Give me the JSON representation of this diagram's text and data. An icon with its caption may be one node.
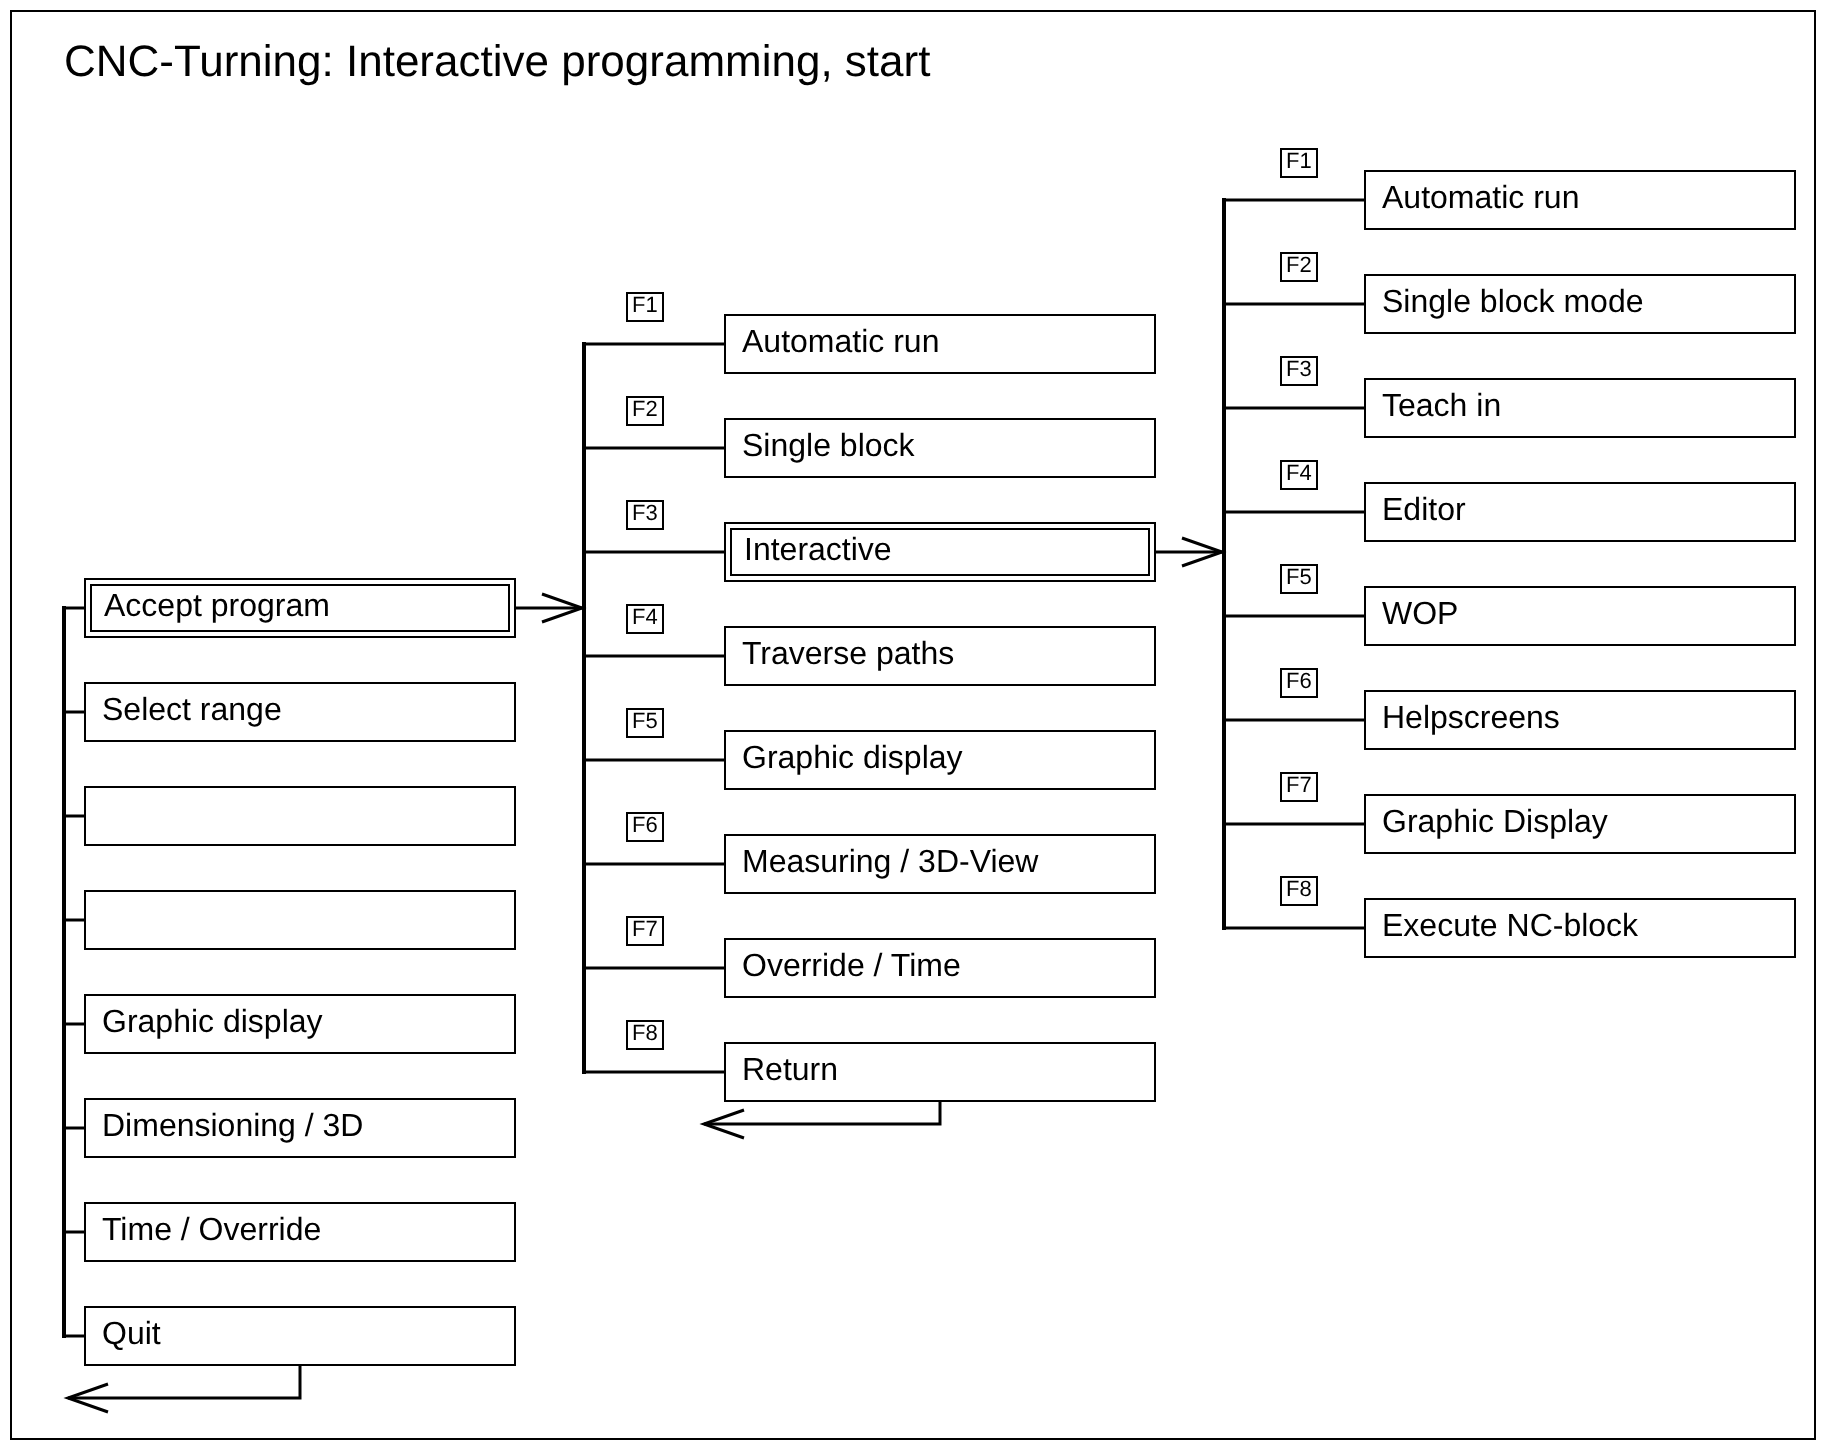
{
  "diagram": {
    "title": "CNC-Turning: Interactive programming, start",
    "nodes": [
      {
        "text": [
          "Accept program"
        ]
      },
      {
        "text": [
          "Select range"
        ]
      },
      {
        "text": [],
        "shape": "box"
      },
      {
        "text": [],
        "shape": "box"
      },
      {
        "text": [
          "Graphic display"
        ]
      },
      {
        "text": [
          "Dimensioning / 3D"
        ]
      },
      {
        "text": [
          "Time / Override"
        ]
      },
      {
        "text": [
          "Quit"
        ]
      },
      {
        "text": [
          "Automatic run"
        ],
        "beside": [
          "F1"
        ]
      },
      {
        "text": [
          "Single block"
        ],
        "beside": [
          "F2"
        ]
      },
      {
        "text": [
          "Interactive"
        ],
        "beside": [
          "F3"
        ]
      },
      {
        "text": [
          "Traverse paths"
        ],
        "beside": [
          "F4"
        ]
      },
      {
        "text": [
          "Graphic display"
        ],
        "beside": [
          "F5"
        ]
      },
      {
        "text": [
          "Measuring / 3D-View"
        ],
        "beside": [
          "F6"
        ]
      },
      {
        "text": [
          "Override / Time"
        ],
        "beside": [
          "F7"
        ]
      },
      {
        "text": [
          "Return"
        ],
        "beside": [
          "F8"
        ]
      },
      {
        "text": [
          "Automatic run"
        ],
        "beside": [
          "F1"
        ]
      },
      {
        "text": [
          "Single block mode"
        ],
        "beside": [
          "F2"
        ]
      },
      {
        "text": [
          "Teach in"
        ],
        "beside": [
          "F3"
        ]
      },
      {
        "text": [
          "Editor"
        ],
        "beside": [
          "F4"
        ]
      },
      {
        "text": [
          "WOP"
        ],
        "beside": [
          "F5"
        ]
      },
      {
        "text": [
          "Helpscreens"
        ],
        "beside": [
          "F6"
        ]
      },
      {
        "text": [
          "Graphic Display"
        ],
        "beside": [
          "F7"
        ]
      },
      {
        "text": [
          "Execute NC-block"
        ],
        "beside": [
          "F8"
        ]
      },
      {
        "text": [],
        "shape": "bar"
      },
      {
        "text": [],
        "shape": "bar"
      },
      {
        "text": [],
        "shape": "bar"
      }
    ],
    "edges": [
      {
        "from": 24,
        "to": 0,
        "arrow": "none"
      },
      {
        "from": 24,
        "to": 1,
        "arrow": "none"
      },
      {
        "from": 24,
        "to": 2,
        "arrow": "none"
      },
      {
        "from": 24,
        "to": 3,
        "arrow": "none"
      },
      {
        "from": 24,
        "to": 4,
        "arrow": "none"
      },
      {
        "from": 24,
        "to": 5,
        "arrow": "none"
      },
      {
        "from": 24,
        "to": 6,
        "arrow": "none"
      },
      {
        "from": 24,
        "to": 7,
        "arrow": "none"
      },
      {
        "from": 0,
        "to": 25,
        "arrow": "to"
      },
      {
        "from": 25,
        "to": 8,
        "arrow": "none"
      },
      {
        "from": 25,
        "to": 9,
        "arrow": "none"
      },
      {
        "from": 25,
        "to": 10,
        "arrow": "none"
      },
      {
        "from": 25,
        "to": 11,
        "arrow": "none"
      },
      {
        "from": 25,
        "to": 12,
        "arrow": "none"
      },
      {
        "from": 25,
        "to": 13,
        "arrow": "none"
      },
      {
        "from": 25,
        "to": 14,
        "arrow": "none"
      },
      {
        "from": 25,
        "to": 15,
        "arrow": "none"
      },
      {
        "from": 10,
        "to": 26,
        "arrow": "to"
      },
      {
        "from": 26,
        "to": 16,
        "arrow": "none"
      },
      {
        "from": 26,
        "to": 17,
        "arrow": "none"
      },
      {
        "from": 26,
        "to": 18,
        "arrow": "none"
      },
      {
        "from": 26,
        "to": 19,
        "arrow": "none"
      },
      {
        "from": 26,
        "to": 20,
        "arrow": "none"
      },
      {
        "from": 26,
        "to": 21,
        "arrow": "none"
      },
      {
        "from": 26,
        "to": 22,
        "arrow": "none"
      },
      {
        "from": 26,
        "to": 23,
        "arrow": "none"
      },
      {
        "from": 15,
        "to": null,
        "arrow": "to"
      },
      {
        "from": 7,
        "to": null,
        "arrow": "to"
      }
    ]
  }
}
